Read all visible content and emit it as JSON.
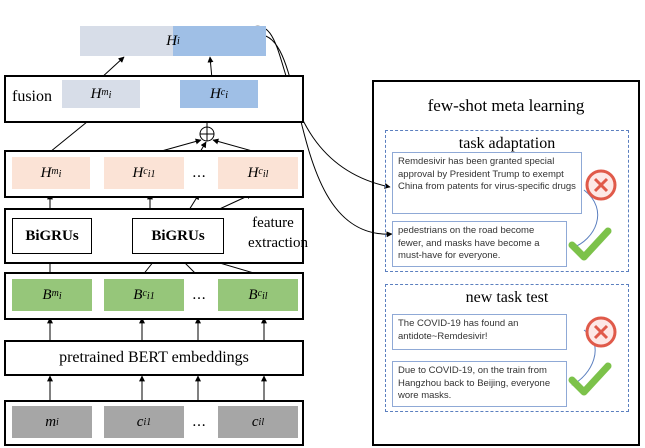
{
  "left": {
    "output": {
      "base": "H",
      "sup": "i"
    },
    "fusion": {
      "label": "fusion",
      "hm": {
        "base": "H",
        "sup": "m",
        "supsub": "i"
      },
      "hc": {
        "base": "H",
        "sup": "c",
        "supsub": "i"
      }
    },
    "encoded_row": {
      "hm": {
        "base": "H",
        "sup": "m",
        "supsub": "i"
      },
      "hc1": {
        "base": "H",
        "sup": "c",
        "supsub": "i1"
      },
      "ellipsis": "…",
      "hcl": {
        "base": "H",
        "sup": "c",
        "supsub": "il"
      }
    },
    "feature_extraction": {
      "bigru_left": "BiGRUs",
      "bigru_right": "BiGRUs",
      "label_line1": "feature",
      "label_line2": "extraction"
    },
    "embedding_row": {
      "bm": {
        "base": "B",
        "sup": "m",
        "supsub": "i"
      },
      "bc1": {
        "base": "B",
        "sup": "c",
        "supsub": "i1"
      },
      "ellipsis": "…",
      "bcl": {
        "base": "B",
        "sup": "c",
        "supsub": "il"
      }
    },
    "bert_label": "pretrained BERT embeddings",
    "input_row": {
      "m": {
        "base": "m",
        "sub": "i"
      },
      "c1": {
        "base": "c",
        "sub": "i1"
      },
      "ellipsis": "…",
      "cl": {
        "base": "c",
        "sub": "il"
      }
    }
  },
  "right": {
    "title": "few-shot meta learning",
    "task_adaptation": {
      "title": "task adaptation",
      "examples": [
        {
          "text": "Remdesivir has been granted special approval by President Trump to exempt China from patents for virus-specific drugs",
          "verdict": "cross-icon"
        },
        {
          "text": "pedestrians on the road become fewer, and masks have become a must-have for everyone.",
          "verdict": "check-icon"
        }
      ]
    },
    "new_task_test": {
      "title": "new task test",
      "examples": [
        {
          "text": "The COVID-19 has found an antidote~Remdesivir!",
          "verdict": "cross-icon"
        },
        {
          "text": "Due to COVID-19, on the train from Hangzhou back to Beijing, everyone wore masks.",
          "verdict": "check-icon"
        }
      ]
    }
  },
  "colors": {
    "output_grey": "#d7dde8",
    "output_blue": "#9fbfe6",
    "salmon": "#fbe3d6",
    "green": "#96c67a",
    "gray_input": "#a6a6a6",
    "dashed_blue": "#5b7fbf",
    "cross_red": "#e05a4a",
    "check_green": "#7cc24a"
  }
}
